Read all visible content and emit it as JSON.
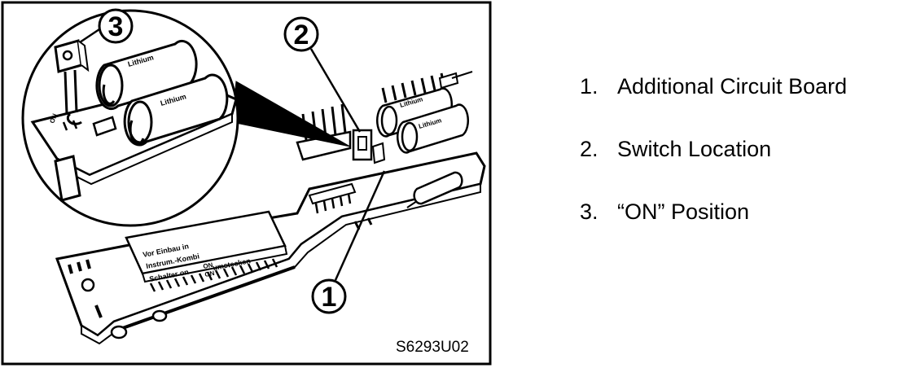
{
  "diagram": {
    "figure_code": "S6293U02",
    "board_labels": {
      "line1": "Vor Einbau in",
      "line2": "Instrum.-Kombi",
      "line3": "Schalter on",
      "line3_end": "umstecken",
      "stack_top": "ON",
      "stack_bottom": "ON"
    },
    "battery_label": "Lithium",
    "mini_label": "ON",
    "callouts": [
      "1",
      "2",
      "3"
    ]
  },
  "legend": [
    {
      "number": "1.",
      "text": "Additional Circuit Board"
    },
    {
      "number": "2.",
      "text": "Switch Location"
    },
    {
      "number": "3.",
      "text": "“ON” Position"
    }
  ]
}
